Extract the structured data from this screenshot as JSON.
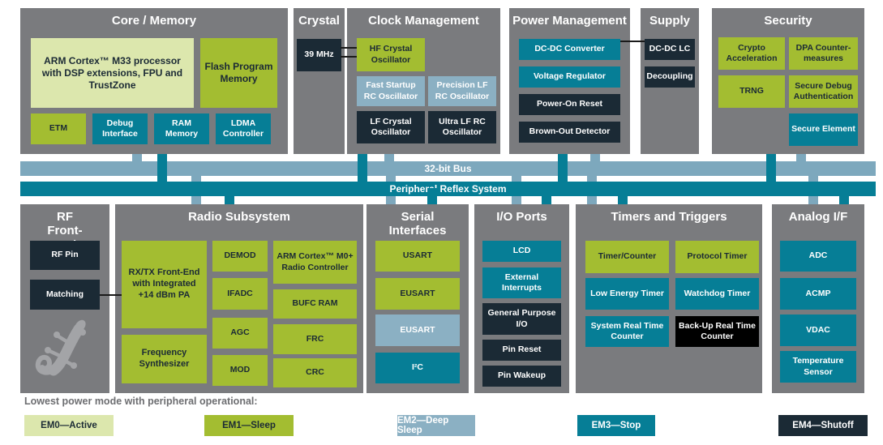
{
  "colors": {
    "panel_gray": "#7a7b7e",
    "em0_light_green": "#dce7ad",
    "em1_olive": "#a3bd31",
    "em2_light_blue": "#8bb0c3",
    "em3_teal": "#067e96",
    "em4_dark": "#1b2a35",
    "pure_black": "#000000",
    "bus_light": "#7da8bd",
    "legend_text": "#6d6e71",
    "connector_line": "#1a1a1a",
    "gecko_gray": "#a3a4a7"
  },
  "buses": {
    "bus32": "32-bit Bus",
    "prs": "Peripheral Reflex System"
  },
  "panels": {
    "core": {
      "title": "Core / Memory",
      "blocks": {
        "arm": "ARM Cortex™ M33 processor with DSP extensions, FPU and TrustZone",
        "flash": "Flash Program Memory",
        "etm": "ETM",
        "debug": "Debug Interface",
        "ram": "RAM Memory",
        "ldma": "LDMA Controller"
      }
    },
    "crystal": {
      "title": "Crystal",
      "blocks": {
        "mhz39": "39 MHz"
      }
    },
    "clock": {
      "title": "Clock Management",
      "blocks": {
        "hfxo": "HF Crystal Oscillator",
        "fsrco": "Fast Startup RC Oscillator",
        "plfrco": "Precision LF RC Oscillator",
        "lfxo": "LF Crystal Oscillator",
        "ulfrco": "Ultra LF RC Oscillator"
      }
    },
    "power": {
      "title": "Power Management",
      "blocks": {
        "dcdc": "DC-DC Converter",
        "vreg": "Voltage Regulator",
        "por": "Power-On Reset",
        "bod": "Brown-Out Detector"
      }
    },
    "supply": {
      "title": "Supply",
      "blocks": {
        "dcdclc": "DC-DC LC",
        "decoupling": "Decoupling"
      }
    },
    "security": {
      "title": "Security",
      "blocks": {
        "crypto": "Crypto Acceleration",
        "dpa": "DPA Counter-measures",
        "trng": "TRNG",
        "sda": "Secure Debug Authentication",
        "se": "Secure Element"
      }
    },
    "rf": {
      "title": "RF Front-End",
      "blocks": {
        "rfpin": "RF Pin",
        "matching": "Matching"
      }
    },
    "radio": {
      "title": "Radio Subsystem",
      "blocks": {
        "rxtx": "RX/TX Front-End with Integrated +14 dBm PA",
        "fsynth": "Frequency Synthesizer",
        "demod": "DEMOD",
        "ifadc": "IFADC",
        "agc": "AGC",
        "mod": "MOD",
        "m0": "ARM Cortex™ M0+ Radio Controller",
        "bufc": "BUFC RAM",
        "frc": "FRC",
        "crc": "CRC"
      }
    },
    "serial": {
      "title": "Serial Interfaces",
      "blocks": {
        "usart": "USART",
        "eusart_a": "EUSART",
        "eusart_b": "EUSART",
        "i2c": "I²C"
      }
    },
    "io": {
      "title": "I/O Ports",
      "blocks": {
        "lcd": "LCD",
        "extint": "External Interrupts",
        "gpio": "General Purpose I/O",
        "pinreset": "Pin Reset",
        "pinwakeup": "Pin Wakeup"
      }
    },
    "timers": {
      "title": "Timers and Triggers",
      "blocks": {
        "timer": "Timer/Counter",
        "protimer": "Protocol Timer",
        "letimer": "Low Energy Timer",
        "wdog": "Watchdog Timer",
        "sysrtc": "System Real Time Counter",
        "burtc": "Back-Up Real Time Counter"
      }
    },
    "analog": {
      "title": "Analog I/F",
      "blocks": {
        "adc": "ADC",
        "acmp": "ACMP",
        "vdac": "VDAC",
        "temp": "Temperature Sensor"
      }
    }
  },
  "legend": {
    "title": "Lowest power mode with peripheral operational:",
    "items": [
      {
        "label": "EM0—Active",
        "color": "#dce7ad"
      },
      {
        "label": "EM1—Sleep",
        "color": "#a3bd31"
      },
      {
        "label": "EM2—Deep Sleep",
        "color": "#8bb0c3"
      },
      {
        "label": "EM3—Stop",
        "color": "#067e96"
      },
      {
        "label": "EM4—Shutoff",
        "color": "#1b2a35"
      }
    ]
  },
  "icons": {
    "gecko": "gecko-lizard-logo"
  }
}
